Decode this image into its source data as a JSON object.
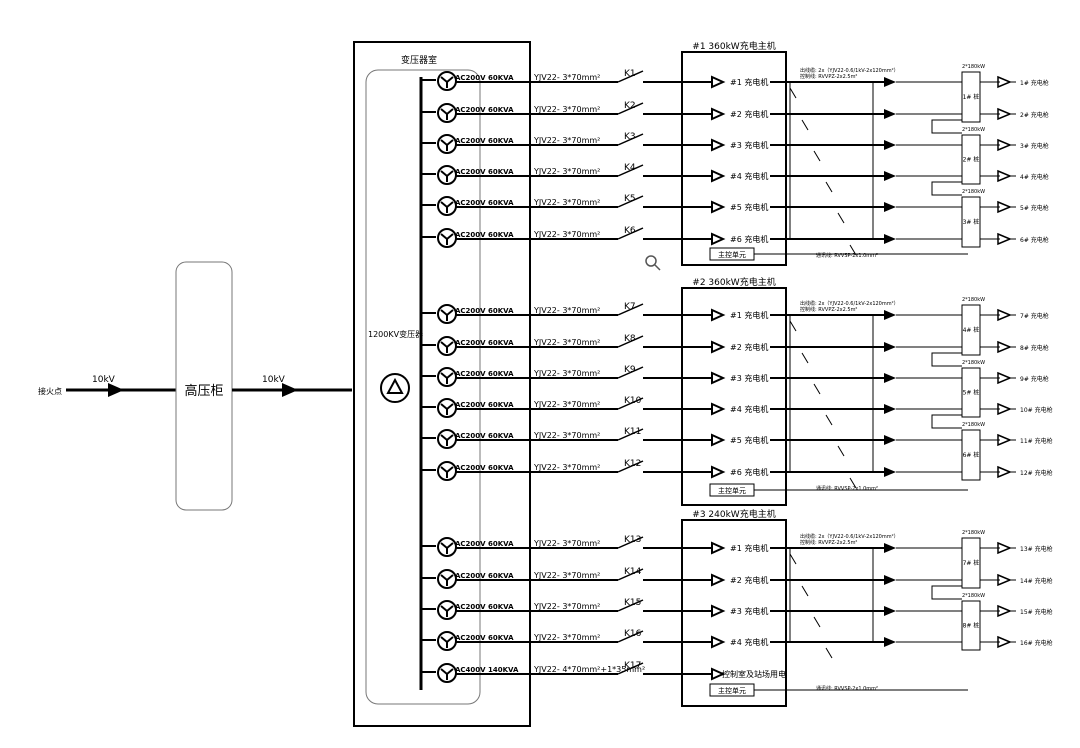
{
  "source": {
    "label": "接火点",
    "voltage": "10kV"
  },
  "hv_cabinet": {
    "label": "高压柜",
    "out_voltage": "10kV"
  },
  "transformer_room": {
    "title": "变压器室",
    "transformer_label": "1200KV变压器"
  },
  "transformer_outputs": [
    {
      "ac": "AC200V",
      "kva": "60KVA",
      "cable": "YJV22- 3*70mm²",
      "breaker": "K1"
    },
    {
      "ac": "AC200V",
      "kva": "60KVA",
      "cable": "YJV22- 3*70mm²",
      "breaker": "K2"
    },
    {
      "ac": "AC200V",
      "kva": "60KVA",
      "cable": "YJV22- 3*70mm²",
      "breaker": "K3"
    },
    {
      "ac": "AC200V",
      "kva": "60KVA",
      "cable": "YJV22- 3*70mm²",
      "breaker": "K4"
    },
    {
      "ac": "AC200V",
      "kva": "60KVA",
      "cable": "YJV22- 3*70mm²",
      "breaker": "K5"
    },
    {
      "ac": "AC200V",
      "kva": "60KVA",
      "cable": "YJV22- 3*70mm²",
      "breaker": "K6"
    },
    {
      "ac": "AC200V",
      "kva": "60KVA",
      "cable": "YJV22- 3*70mm²",
      "breaker": "K7"
    },
    {
      "ac": "AC200V",
      "kva": "60KVA",
      "cable": "YJV22- 3*70mm²",
      "breaker": "K8"
    },
    {
      "ac": "AC200V",
      "kva": "60KVA",
      "cable": "YJV22- 3*70mm²",
      "breaker": "K9"
    },
    {
      "ac": "AC200V",
      "kva": "60KVA",
      "cable": "YJV22- 3*70mm²",
      "breaker": "K10"
    },
    {
      "ac": "AC200V",
      "kva": "60KVA",
      "cable": "YJV22- 3*70mm²",
      "breaker": "K11"
    },
    {
      "ac": "AC200V",
      "kva": "60KVA",
      "cable": "YJV22- 3*70mm²",
      "breaker": "K12"
    },
    {
      "ac": "AC200V",
      "kva": "60KVA",
      "cable": "YJV22- 3*70mm²",
      "breaker": "K13"
    },
    {
      "ac": "AC200V",
      "kva": "60KVA",
      "cable": "YJV22- 3*70mm²",
      "breaker": "K14"
    },
    {
      "ac": "AC200V",
      "kva": "60KVA",
      "cable": "YJV22- 3*70mm²",
      "breaker": "K15"
    },
    {
      "ac": "AC200V",
      "kva": "60KVA",
      "cable": "YJV22- 3*70mm²",
      "breaker": "K16"
    },
    {
      "ac": "AC400V",
      "kva": "140KVA",
      "cable": "YJV22- 4*70mm²+1*35mm²",
      "breaker": "K17"
    }
  ],
  "hosts": [
    {
      "title": "#1 360kW充电主机",
      "control_unit": "主控单元",
      "chargers": [
        "#1 充电机",
        "#2 充电机",
        "#3 充电机",
        "#4 充电机",
        "#5 充电机",
        "#6 充电机"
      ],
      "out_cable_1": "出线缆: 2x（YJV22-0.6/1kV-2x120mm²）",
      "out_cable_2": "控制线: RVVPZ-2x2.5m²",
      "comm_cable": "通讯线: RVVSP-2x1.0mm²",
      "piles": [
        {
          "rating": "2*180kW",
          "name": "1# 桩",
          "guns": [
            "1# 充电枪",
            "2# 充电枪"
          ]
        },
        {
          "rating": "2*180kW",
          "name": "2# 桩",
          "guns": [
            "3# 充电枪",
            "4# 充电枪"
          ]
        },
        {
          "rating": "2*180kW",
          "name": "3# 桩",
          "guns": [
            "5# 充电枪",
            "6# 充电枪"
          ]
        }
      ]
    },
    {
      "title": "#2 360kW充电主机",
      "control_unit": "主控单元",
      "chargers": [
        "#1 充电机",
        "#2 充电机",
        "#3 充电机",
        "#4 充电机",
        "#5 充电机",
        "#6 充电机"
      ],
      "out_cable_1": "出线缆: 2x（YJV22-0.6/1kV-2x120mm²）",
      "out_cable_2": "控制线: RVVPZ-2x2.5m²",
      "comm_cable": "通讯线: RVVSP-2x1.0mm²",
      "piles": [
        {
          "rating": "2*180kW",
          "name": "4# 桩",
          "guns": [
            "7# 充电枪",
            "8# 充电枪"
          ]
        },
        {
          "rating": "2*180kW",
          "name": "5# 桩",
          "guns": [
            "9# 充电枪",
            "10# 充电枪"
          ]
        },
        {
          "rating": "2*180kW",
          "name": "6# 桩",
          "guns": [
            "11# 充电枪",
            "12# 充电枪"
          ]
        }
      ]
    },
    {
      "title": "#3 240kW充电主机",
      "control_unit": "主控单元",
      "chargers": [
        "#1 充电机",
        "#2 充电机",
        "#3 充电机",
        "#4 充电机"
      ],
      "aux_load": "控制室及站场用电",
      "out_cable_1": "出线缆: 2x（YJV22-0.6/1kV-2x120mm²）",
      "out_cable_2": "控制线: RVVPZ-2x2.5m²",
      "comm_cable": "通讯线: RVVSP-2x1.0mm²",
      "piles": [
        {
          "rating": "2*180kW",
          "name": "7# 桩",
          "guns": [
            "13# 充电枪",
            "14# 充电枪"
          ]
        },
        {
          "rating": "2*180kW",
          "name": "8# 桩",
          "guns": [
            "15# 充电枪",
            "16# 充电枪"
          ]
        }
      ]
    }
  ]
}
